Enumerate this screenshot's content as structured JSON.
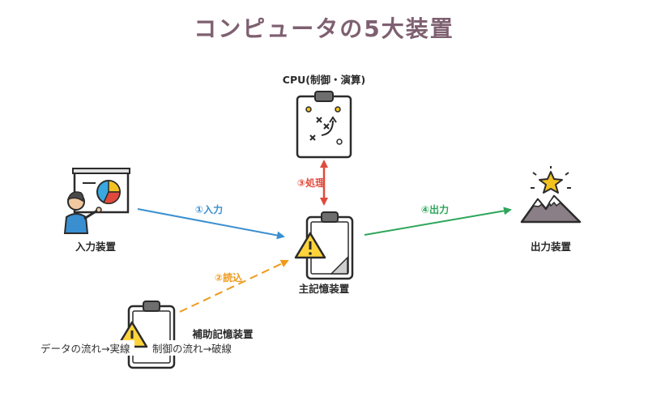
{
  "title": "コンピュータの5大装置",
  "colors": {
    "title": "#7e6070",
    "input_edge": "#3a8fd0",
    "read_edge": "#f09a1a",
    "process_edge": "#e04a3c",
    "output_edge": "#2ea65a",
    "icon_outline": "#2b2b2b",
    "warning_fill": "#ffd43b"
  },
  "nodes": {
    "cpu": {
      "label": "CPU(制御・演算)",
      "icon": "clipboard-strategy-icon"
    },
    "input": {
      "label": "入力装置",
      "icon": "presentation-person-icon"
    },
    "main_memory": {
      "label": "主記憶装置",
      "icon": "clipboard-warning-icon"
    },
    "output": {
      "label": "出力装置",
      "icon": "mountain-star-icon"
    },
    "aux_memory": {
      "label": "補助記憶装置",
      "icon": "clipboard-warning-icon"
    }
  },
  "edges": {
    "input": {
      "label": "①入力"
    },
    "read": {
      "label": "②読込"
    },
    "process": {
      "label": "③処理"
    },
    "output": {
      "label": "④出力"
    }
  },
  "legend": {
    "data_flow": "データの流れ→実線",
    "control_flow": "制御の流れ→破線"
  }
}
